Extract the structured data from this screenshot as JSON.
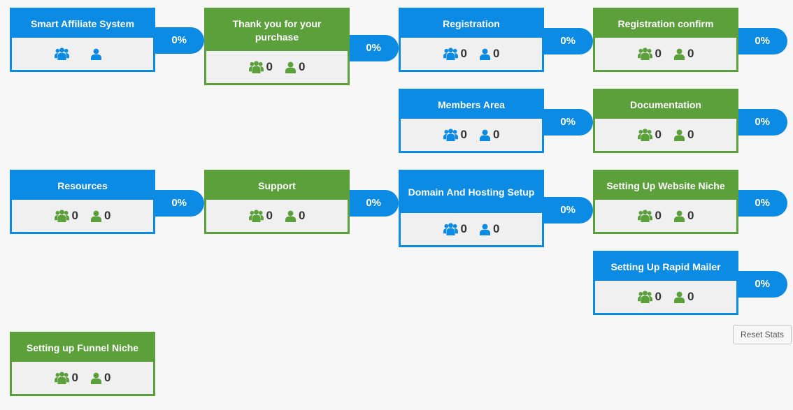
{
  "nodes": [
    {
      "title": "Smart Affiliate System",
      "color": "blue",
      "percent": "0%",
      "visitors": "",
      "unique": ""
    },
    {
      "title": "Thank you for your purchase",
      "color": "green",
      "percent": "0%",
      "visitors": "0",
      "unique": "0"
    },
    {
      "title": "Registration",
      "color": "blue",
      "percent": "0%",
      "visitors": "0",
      "unique": "0"
    },
    {
      "title": "Registration confirm",
      "color": "green",
      "percent": "0%",
      "visitors": "0",
      "unique": "0"
    },
    {
      "title": "Members Area",
      "color": "blue",
      "percent": "0%",
      "visitors": "0",
      "unique": "0"
    },
    {
      "title": "Documentation",
      "color": "green",
      "percent": "0%",
      "visitors": "0",
      "unique": "0"
    },
    {
      "title": "Resources",
      "color": "blue",
      "percent": "0%",
      "visitors": "0",
      "unique": "0"
    },
    {
      "title": "Support",
      "color": "green",
      "percent": "0%",
      "visitors": "0",
      "unique": "0"
    },
    {
      "title": "Domain And Hosting Setup",
      "color": "blue",
      "percent": "0%",
      "visitors": "0",
      "unique": "0"
    },
    {
      "title": "Setting Up Website Niche",
      "color": "green",
      "percent": "0%",
      "visitors": "0",
      "unique": "0"
    },
    {
      "title": "Setting Up Rapid Mailer",
      "color": "blue",
      "percent": "0%",
      "visitors": "0",
      "unique": "0"
    },
    {
      "title": "Setting up Funnel Niche",
      "color": "green",
      "percent": null,
      "visitors": "0",
      "unique": "0"
    }
  ],
  "colors": {
    "blue": "#0b8be3",
    "green": "#5ba03b"
  },
  "icons": {
    "visitors": "users-group-icon",
    "unique": "user-icon"
  },
  "reset_button": "Reset Stats"
}
